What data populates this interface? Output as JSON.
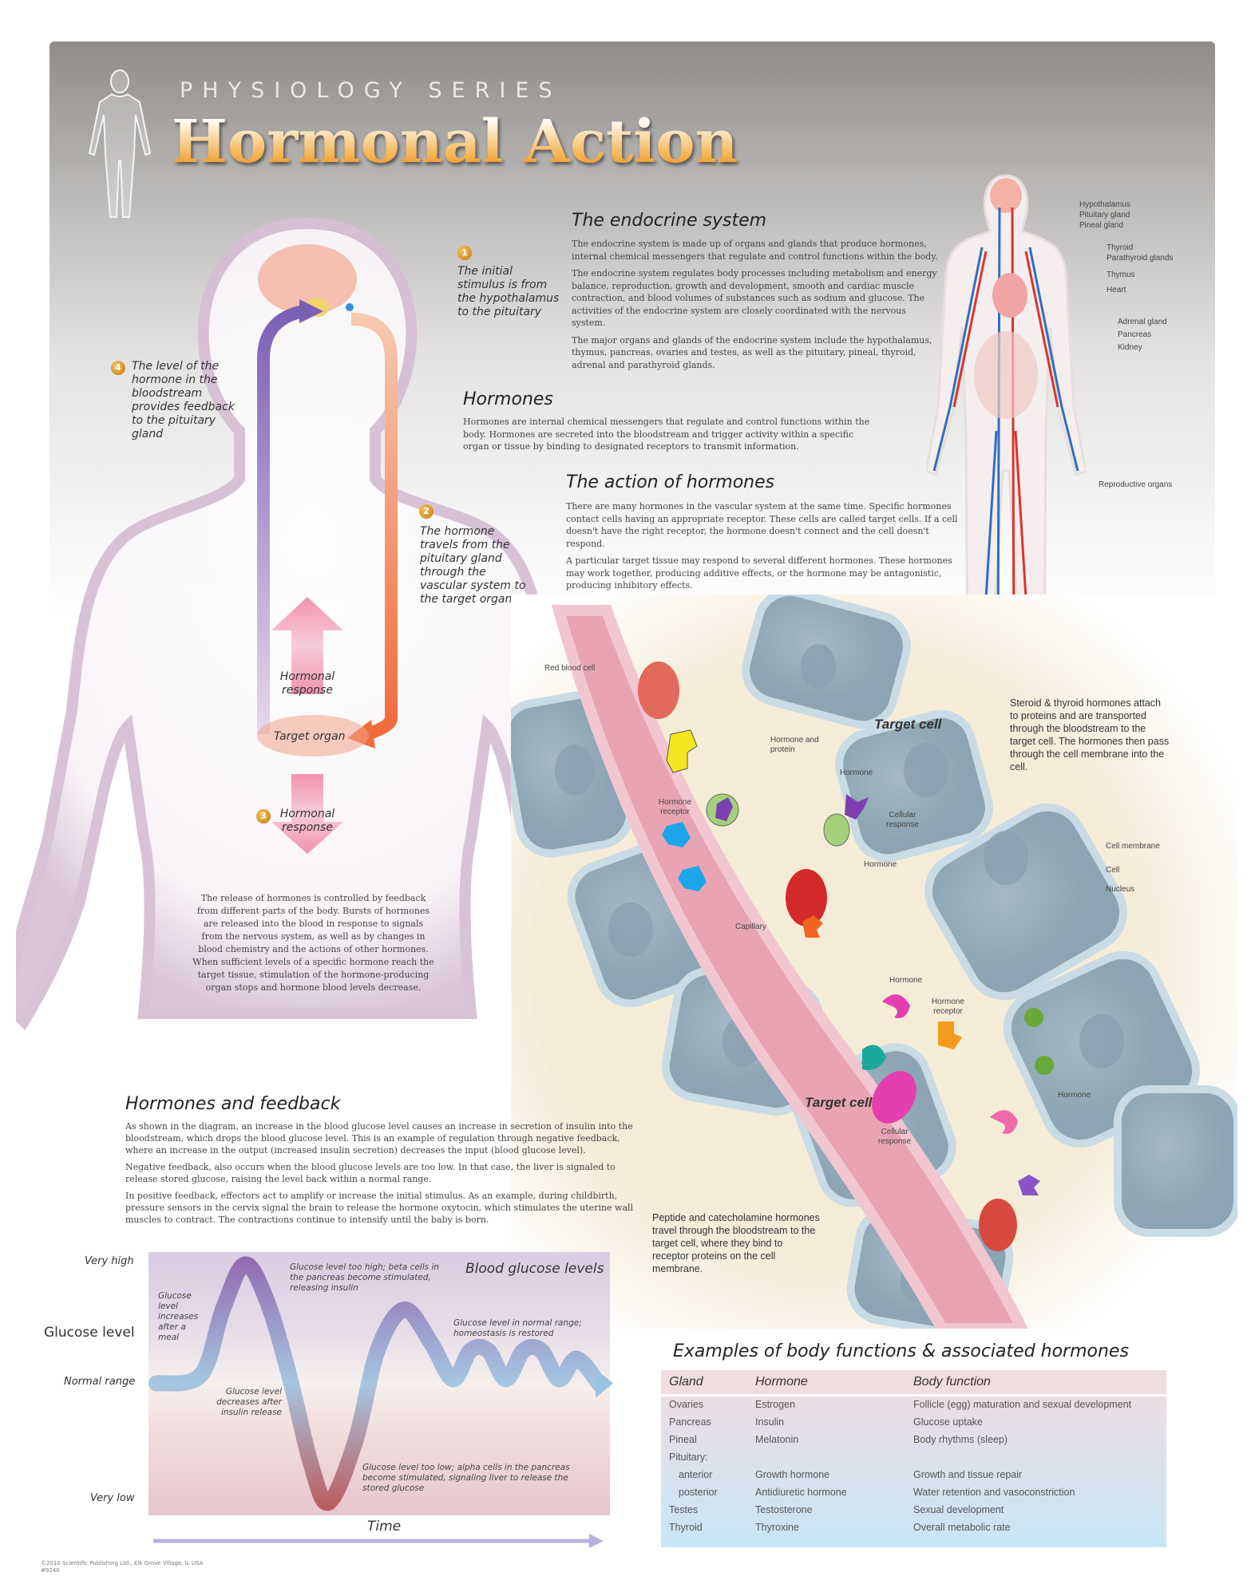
{
  "header": {
    "series": "PHYSIOLOGY SERIES",
    "title": "Hormonal Action"
  },
  "endocrine": {
    "heading": "The endocrine system",
    "paragraphs": [
      "The endocrine system is made up of organs and glands that produce hormones, internal chemical messengers that regulate and control functions within the body.",
      "The endocrine system regulates body processes including metabolism and energy balance, reproduction, growth and development, smooth and cardiac muscle contraction, and blood volumes of substances such as sodium and glucose. The activities of the endocrine system are closely coordinated with the nervous system.",
      "The major organs and glands of the endocrine system include the hypothalamus, thymus, pancreas, ovaries and testes, as well as the pituitary, pineal, thyroid, adrenal and parathyroid glands."
    ],
    "labels": [
      "Hypothalamus",
      "Pituitary gland",
      "Pineal gland",
      "Thyroid",
      "Parathyroid glands",
      "Thymus",
      "Heart",
      "Adrenal gland",
      "Pancreas",
      "Kidney",
      "Reproductive organs"
    ]
  },
  "hormones": {
    "heading": "Hormones",
    "text": "Hormones are internal chemical messengers that regulate and control functions within the body. Hormones are secreted into the bloodstream and trigger activity within a specific organ or tissue by binding to designated receptors to transmit information."
  },
  "action": {
    "heading": "The action of hormones",
    "paragraphs": [
      "There are many hormones in the vascular system at the same time. Specific hormones contact cells having an appropriate receptor. These cells are called target cells. If a cell doesn't have the right receptor, the hormone doesn't connect and the cell doesn't respond.",
      "A particular target tissue may respond to several different hormones. These hormones may work together, producing additive effects, or the hormone may be antagonistic, producing inhibitory effects."
    ]
  },
  "body_diagram": {
    "steps": [
      {
        "num": "1",
        "text": "The initial stimulus is from the hypothalamus to the pituitary"
      },
      {
        "num": "2",
        "text": "The hormone travels from the pituitary gland through the vascular system to the target organ"
      },
      {
        "num": "3",
        "text": "Hormonal response"
      },
      {
        "num": "4",
        "text": "The level of the hormone in the bloodstream provides feedback to the pituitary gland"
      }
    ],
    "hormonal_response": "Hormonal response",
    "target_organ": "Target organ",
    "feedback_text": "The release of hormones is controlled by feedback from different parts of the body. Bursts of hormones are released into the blood in response to signals from the nervous system, as well as by changes in blood chemistry and the actions of other hormones. When sufficient levels of a specific hormone reach the target tissue, stimulation of the hormone-producing organ stops and hormone blood levels decrease."
  },
  "cells": {
    "red_blood_cell": "Red blood cell",
    "hormone_and_protein": "Hormone and protein",
    "target_cell": "Target cell",
    "hormone": "Hormone",
    "cellular_response": "Cellular response",
    "hormone_receptor": "Hormone receptor",
    "capillary": "Capillary",
    "cell_membrane": "Cell membrane",
    "cell": "Cell",
    "nucleus": "Nucleus",
    "steroid_note": "Steroid & thyroid hormones attach to proteins and are transported through the bloodstream to the target cell. The hormones then pass through the cell membrane into the cell.",
    "peptide_note": "Peptide and catecholamine hormones travel through the bloodstream to the target cell, where they bind to receptor proteins on the cell membrane."
  },
  "feedback": {
    "heading": "Hormones and feedback",
    "paragraphs": [
      "As shown in the diagram, an increase in the blood glucose level causes an increase in secretion of insulin into the bloodstream, which drops the blood glucose level. This is an example of regulation through negative feedback, where an increase in the output (increased insulin secretion) decreases the input (blood glucose level).",
      "Negative feedback, also occurs when the blood glucose levels are too low. In that case, the liver is signaled to release stored glucose, raising the level back within a normal range.",
      "In positive feedback, effectors act to amplify or increase the initial stimulus. As an example, during childbirth, pressure sensors in the cervix signal the brain to release the hormone oxytocin, which stimulates the uterine wall muscles to contract. The contractions continue to intensify until the baby is born."
    ]
  },
  "chart_data": {
    "type": "line",
    "title": "Blood glucose levels",
    "xlabel": "Time",
    "ylabel": "Glucose level",
    "ytick_labels": [
      "Very high",
      "Normal range",
      "Very low"
    ],
    "ytick_values": [
      1.5,
      0,
      -1.5
    ],
    "xlim": [
      0,
      10
    ],
    "ylim": [
      -1.6,
      1.6
    ],
    "series": [
      {
        "name": "Blood glucose",
        "x": [
          0,
          1,
          1.5,
          2,
          2.5,
          3,
          3.5,
          3.9,
          4.5,
          5,
          5.6,
          6.2,
          6.7,
          7.1,
          7.5,
          7.9,
          8.3,
          8.7,
          9.1,
          9.5,
          10
        ],
        "y": [
          0,
          0.1,
          0.9,
          1.45,
          1.0,
          0.1,
          -1.0,
          -1.45,
          -0.7,
          0.4,
          0.9,
          0.5,
          0.05,
          0.4,
          0.4,
          0.05,
          0.4,
          0.4,
          0.05,
          0.3,
          0
        ]
      }
    ],
    "annotations": [
      "Glucose level increases after a meal",
      "Glucose level too high; beta cells in the pancreas become stimulated, releasing insulin",
      "Glucose level decreases after insulin release",
      "Glucose level too low; alpha cells in the pancreas become stimulated, signaling liver to release the stored glucose",
      "Glucose level in normal range; homeostasis is restored"
    ]
  },
  "table": {
    "title": "Examples of body functions & associated hormones",
    "columns": [
      "Gland",
      "Hormone",
      "Body function"
    ],
    "rows": [
      [
        "Ovaries",
        "Estrogen",
        "Follicle (egg) maturation and sexual development"
      ],
      [
        "Pancreas",
        "Insulin",
        "Glucose uptake"
      ],
      [
        "Pineal",
        "Melatonin",
        "Body rhythms (sleep)"
      ],
      [
        "Pituitary:",
        "",
        ""
      ],
      [
        "anterior",
        "Growth hormone",
        "Growth and tissue repair"
      ],
      [
        "posterior",
        "Antidiuretic hormone",
        "Water retention and vasoconstriction"
      ],
      [
        "Testes",
        "Testosterone",
        "Sexual development"
      ],
      [
        "Thyroid",
        "Thyroxine",
        "Overall metabolic rate"
      ]
    ]
  },
  "footer": {
    "copyright": "©2010 Scientific Publishing Ltd., Elk Grove Village, IL USA",
    "code": "#9240"
  },
  "colors": {
    "accent": "#e8902a",
    "vessel": "#e9a4b4",
    "cell": "#b9ccd6",
    "chart_high": "#8a5aa8",
    "chart_low": "#b84a4a",
    "chart_normal": "#9cc2e0"
  }
}
